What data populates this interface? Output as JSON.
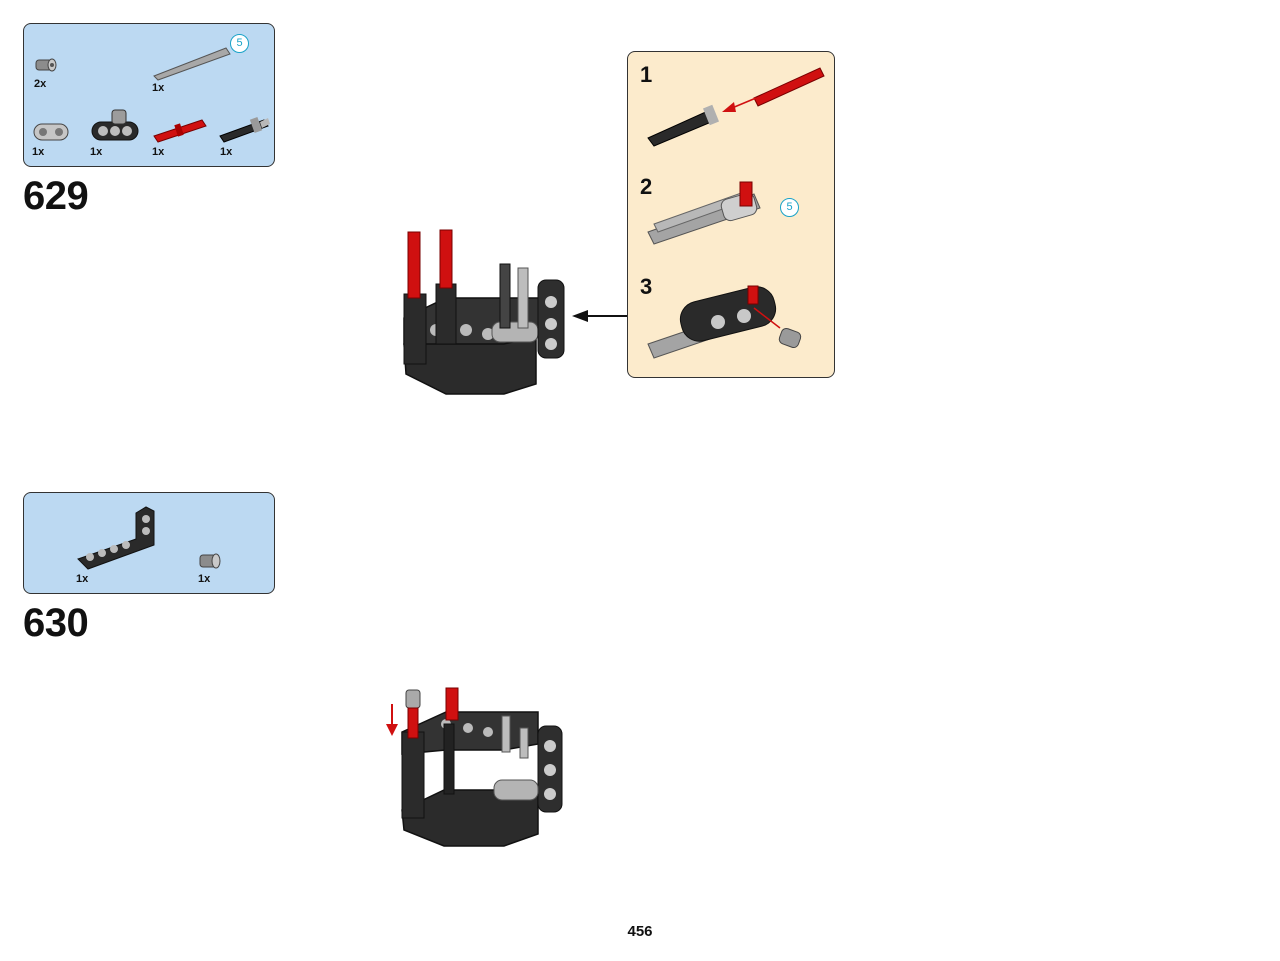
{
  "page_number": "456",
  "step629": {
    "number": "629",
    "parts": [
      {
        "name": "bush",
        "qty": "2x"
      },
      {
        "name": "axle-grey",
        "qty": "1x"
      },
      {
        "name": "grey-beam-2",
        "qty": "1x"
      },
      {
        "name": "black-beam-3",
        "qty": "1x"
      },
      {
        "name": "red-axle-pin",
        "qty": "1x"
      },
      {
        "name": "black-pin-long",
        "qty": "1x"
      }
    ],
    "axle_length_badge": "5",
    "substeps": [
      {
        "number": "1"
      },
      {
        "number": "2",
        "badge": "5"
      },
      {
        "number": "3"
      }
    ]
  },
  "step630": {
    "number": "630",
    "parts": [
      {
        "name": "black-l-beam",
        "qty": "1x"
      },
      {
        "name": "bush",
        "qty": "1x"
      }
    ]
  },
  "colors": {
    "parts_box": "#bcd9f2",
    "substep_box": "#fcebcc",
    "lego_red": "#d01010",
    "lego_black": "#2a2a2a",
    "lego_grey": "#a8a8a8",
    "badge": "#1aa3c8"
  }
}
